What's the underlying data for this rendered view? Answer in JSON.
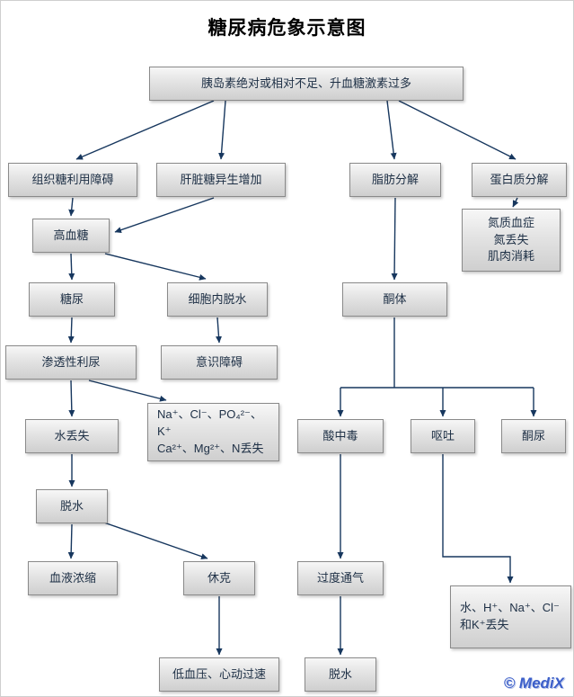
{
  "title": "糖尿病危象示意图",
  "watermark": "© MediX",
  "colors": {
    "arrow": "#17375e",
    "box_border": "#8a8a8a",
    "box_fill_top": "#f7f7f7",
    "box_fill_bottom": "#cfcfcf",
    "watermark": "#3c5fc9"
  },
  "nodes": {
    "root": "胰岛素绝对或相对不足、升血糖激素过多",
    "tissue_glucose": "组织糖利用障碍",
    "hepatic_gluconeogenesis": "肝脏糖异生增加",
    "lipolysis": "脂肪分解",
    "proteolysis": "蛋白质分解",
    "hyperglycemia": "高血糖",
    "azotemia_lines": [
      "氮质血症",
      "氮丢失",
      "肌肉消耗"
    ],
    "glycosuria": "糖尿",
    "intracellular_dehydration": "细胞内脱水",
    "ketone_bodies": "酮体",
    "osmotic_diuresis": "渗透性利尿",
    "consciousness_disorder": "意识障碍",
    "water_loss": "水丢失",
    "electrolyte_loss_lines": [
      "Na⁺、Cl⁻、PO₄²⁻、K⁺",
      "Ca²⁺、Mg²⁺、N丢失"
    ],
    "acidosis": "酸中毒",
    "vomiting": "呕吐",
    "ketonuria": "酮尿",
    "dehydration": "脱水",
    "hemoconcentration": "血液浓缩",
    "shock": "休克",
    "hyperventilation": "过度通气",
    "ion_water_loss_lines": [
      "水、H⁺、Na⁺、Cl⁻",
      "和K⁺丢失"
    ],
    "hypotension_tachycardia": "低血压、心动过速",
    "dehydration_2": "脱水"
  },
  "edges": [
    {
      "from": "root",
      "to": "tissue_glucose"
    },
    {
      "from": "root",
      "to": "hepatic_gluconeogenesis"
    },
    {
      "from": "root",
      "to": "lipolysis"
    },
    {
      "from": "root",
      "to": "proteolysis"
    },
    {
      "from": "tissue_glucose",
      "to": "hyperglycemia"
    },
    {
      "from": "hepatic_gluconeogenesis",
      "to": "hyperglycemia"
    },
    {
      "from": "hyperglycemia",
      "to": "glycosuria"
    },
    {
      "from": "hyperglycemia",
      "to": "intracellular_dehydration"
    },
    {
      "from": "intracellular_dehydration",
      "to": "consciousness_disorder"
    },
    {
      "from": "glycosuria",
      "to": "osmotic_diuresis"
    },
    {
      "from": "osmotic_diuresis",
      "to": "water_loss"
    },
    {
      "from": "osmotic_diuresis",
      "to": "electrolyte_loss"
    },
    {
      "from": "water_loss",
      "to": "dehydration"
    },
    {
      "from": "dehydration",
      "to": "hemoconcentration"
    },
    {
      "from": "dehydration",
      "to": "shock"
    },
    {
      "from": "shock",
      "to": "hypotension_tachycardia"
    },
    {
      "from": "lipolysis",
      "to": "ketone_bodies"
    },
    {
      "from": "ketone_bodies",
      "to": "acidosis"
    },
    {
      "from": "ketone_bodies",
      "to": "vomiting"
    },
    {
      "from": "ketone_bodies",
      "to": "ketonuria"
    },
    {
      "from": "acidosis",
      "to": "hyperventilation"
    },
    {
      "from": "hyperventilation",
      "to": "dehydration_2"
    },
    {
      "from": "vomiting",
      "to": "ion_water_loss"
    },
    {
      "from": "proteolysis",
      "to": "azotemia"
    }
  ]
}
